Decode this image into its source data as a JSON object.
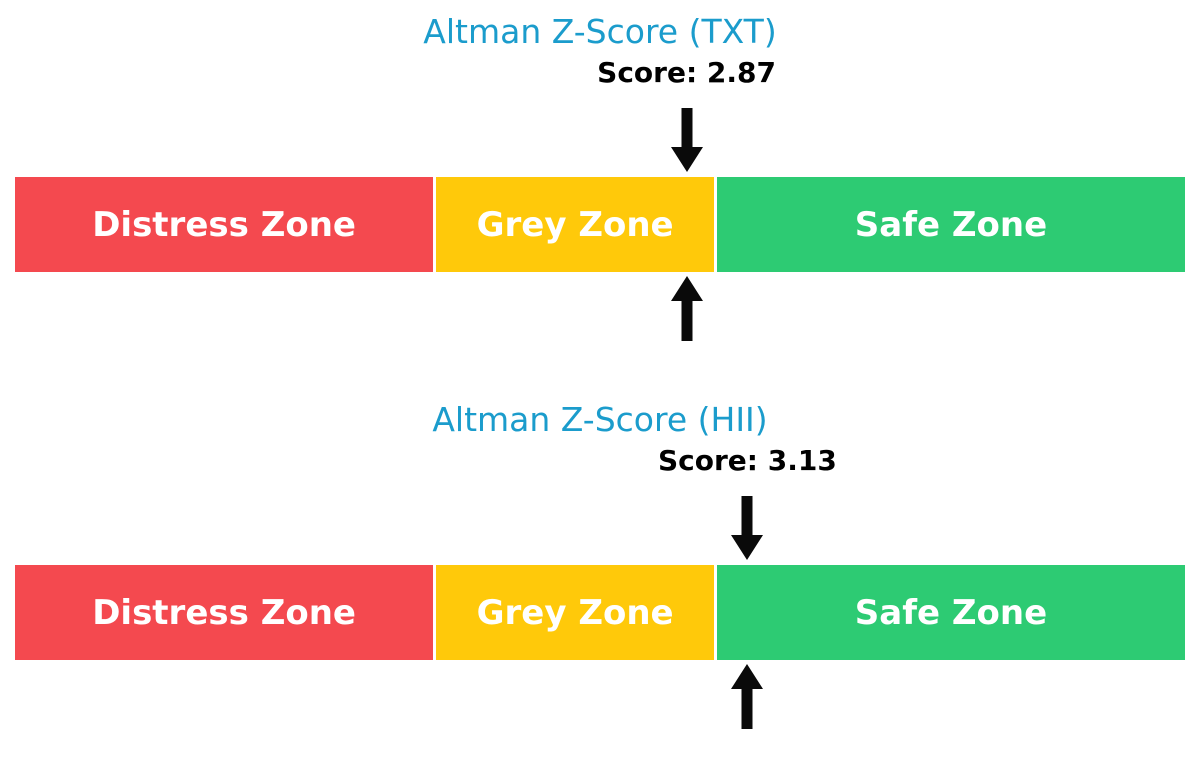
{
  "colors": {
    "background": "#ffffff",
    "title_blue": "#1b9ccc",
    "score_black": "#000000",
    "arrow_black": "#0a0a0a",
    "distress_red": "#f4494f",
    "grey_yellow": "#ffc90a",
    "safe_green": "#2dcb73",
    "zone_label_white": "#ffffff"
  },
  "chart_data": [
    {
      "type": "zone-bar",
      "title": "Altman Z-Score (TXT)",
      "score": 2.87,
      "score_label": "Score: 2.87",
      "axis_range": [
        0,
        5
      ],
      "grid": false,
      "legend": "none",
      "zones": [
        {
          "label": "Distress Zone",
          "range": [
            0,
            1.8
          ],
          "color": "#f4494f"
        },
        {
          "label": "Grey Zone",
          "range": [
            1.8,
            3.0
          ],
          "color": "#ffc90a"
        },
        {
          "label": "Safe Zone",
          "range": [
            3.0,
            5.0
          ],
          "color": "#2dcb73"
        }
      ]
    },
    {
      "type": "zone-bar",
      "title": "Altman Z-Score (HII)",
      "score": 3.13,
      "score_label": "Score: 3.13",
      "axis_range": [
        0,
        5
      ],
      "grid": false,
      "legend": "none",
      "zones": [
        {
          "label": "Distress Zone",
          "range": [
            0,
            1.8
          ],
          "color": "#f4494f"
        },
        {
          "label": "Grey Zone",
          "range": [
            1.8,
            3.0
          ],
          "color": "#ffc90a"
        },
        {
          "label": "Safe Zone",
          "range": [
            3.0,
            5.0
          ],
          "color": "#2dcb73"
        }
      ]
    }
  ]
}
